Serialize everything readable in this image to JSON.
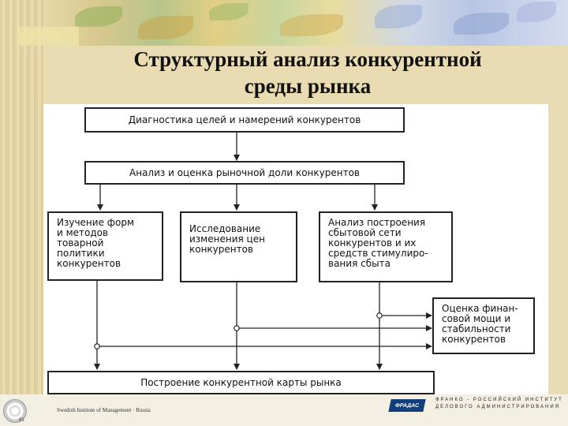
{
  "slide": {
    "title_line1": "Структурный анализ конкурентной",
    "title_line2": "среды рынка"
  },
  "diagram": {
    "box1": "Диагностика целей и намерений конкурентов",
    "box2": "Анализ и оценка рыночной доли конкурентов",
    "box3": "Изучение форм\nи методов\nтоварной\nполитики\nконкурентов",
    "box4": "Исследование\nизменения цен\nконкурентов",
    "box5": "Анализ построения\nсбытовой сети\nконкурентов и их\nсредств стимулиро-\nвания сбыта",
    "box6": "Оценка финан-\nсовой мощи и\nстабильности\nконкурентов",
    "box7": "Построение конкурентной карты рынка"
  },
  "footer": {
    "left_text": "Swedish Institute of Management · Russia",
    "logo_text": "ФРАДАС",
    "right_line1": "ФРАНКО - РОССИЙСКИЙ ИНСТИТУТ",
    "right_line2": "ДЕЛОВОГО АДМИНИСТРИРОВАНИЯ",
    "corner_mark": "81"
  }
}
